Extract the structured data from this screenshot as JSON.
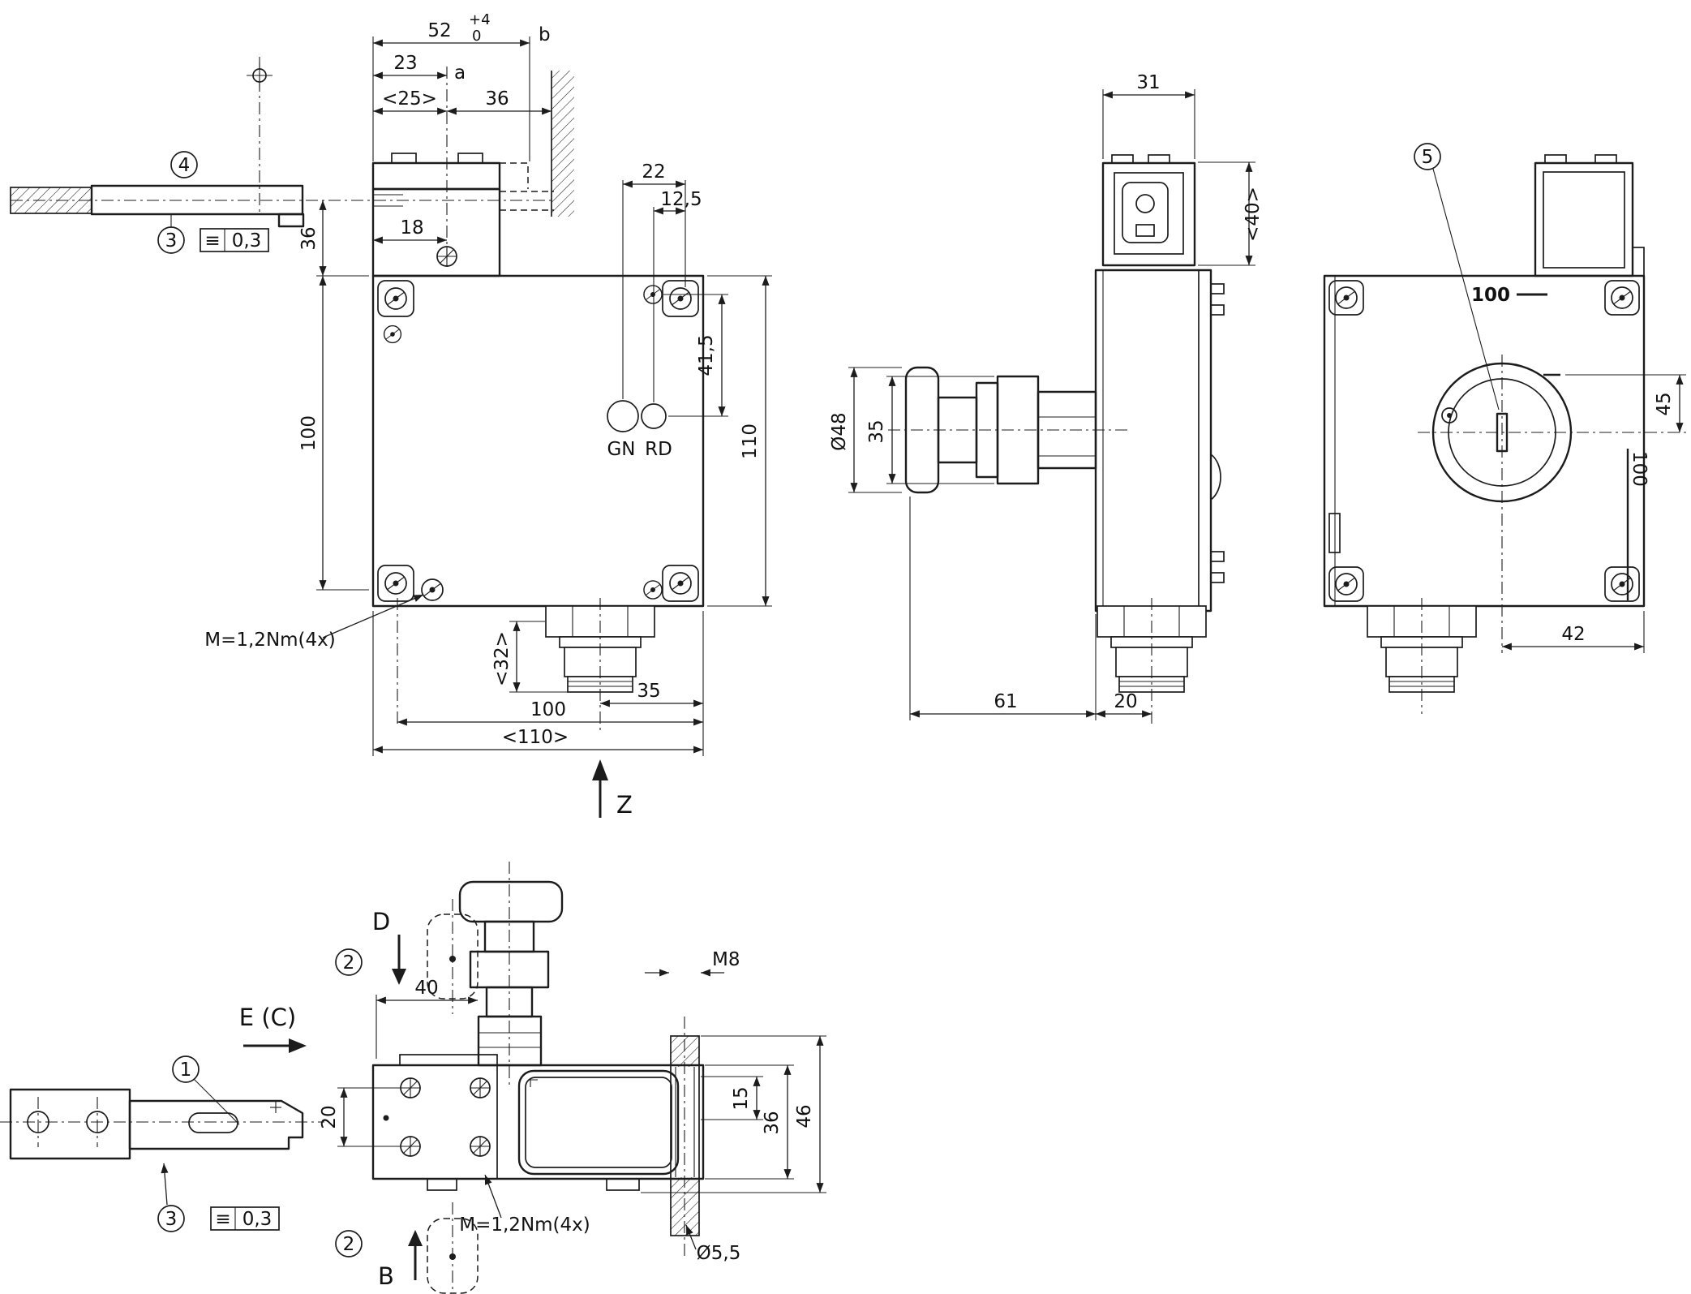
{
  "drawing": {
    "callouts": {
      "n1": "1",
      "n2": "2",
      "n3": "3",
      "n4": "4",
      "n5": "5"
    },
    "tol": {
      "sym": "≡",
      "val": "0,3"
    },
    "front": {
      "d52": "52",
      "d52tolUp": "+4",
      "d52tolDn": "0",
      "refB": "b",
      "d23": "23",
      "refA": "a",
      "d25": "<25>",
      "d36top": "36",
      "d18": "18",
      "d22": "22",
      "d125": "12,5",
      "d36l": "36",
      "d100l": "100",
      "d415": "41,5",
      "d110r": "110",
      "gn": "GN",
      "rd": "RD",
      "torque": "M=1,2Nm(4x)",
      "d32": "<32>",
      "d35": "35",
      "d100b": "100",
      "d110b": "<110>",
      "axisZ": "Z"
    },
    "side": {
      "d31": "31",
      "d40": "<40>",
      "d48": "Ø48",
      "d35": "35",
      "d61": "61",
      "d20": "20"
    },
    "back": {
      "mark100": "100",
      "scale100": "100",
      "d45": "45",
      "d42": "42"
    },
    "bottom": {
      "viewD": "D",
      "viewB": "B",
      "viewEC": "E (C)",
      "d40": "40",
      "d20": "20",
      "m8": "M8",
      "d15": "15",
      "d36": "36",
      "d46": "46",
      "torque": "M=1,2Nm(4x)",
      "d55": "Ø5,5"
    }
  }
}
